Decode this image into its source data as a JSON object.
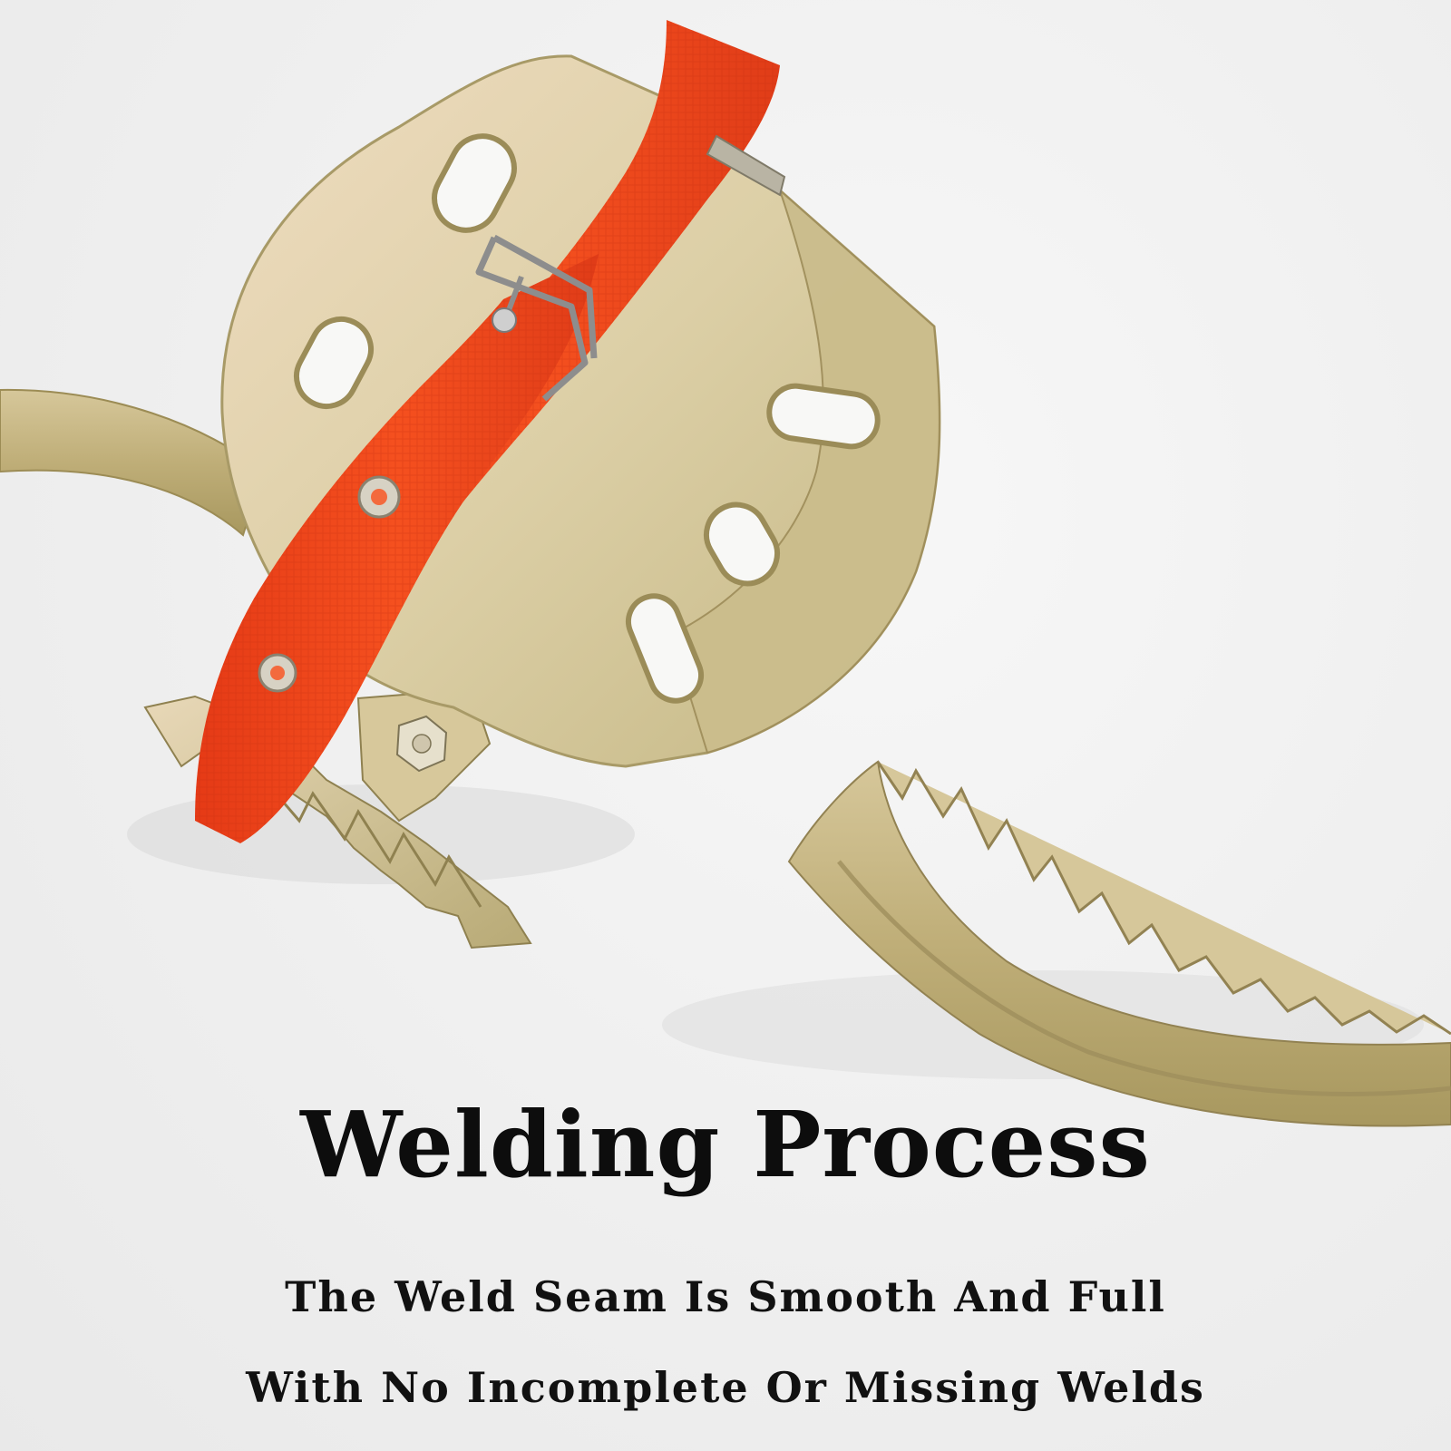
{
  "caption": {
    "title": "Welding Process",
    "line1": "The Weld Seam Is Smooth And Full",
    "line2": "With No Incomplete Or Missing Welds"
  },
  "colors": {
    "background": "#efefef",
    "strap": "#f2461e",
    "metal": "#c8b98a",
    "text": "#0d0d0d"
  }
}
